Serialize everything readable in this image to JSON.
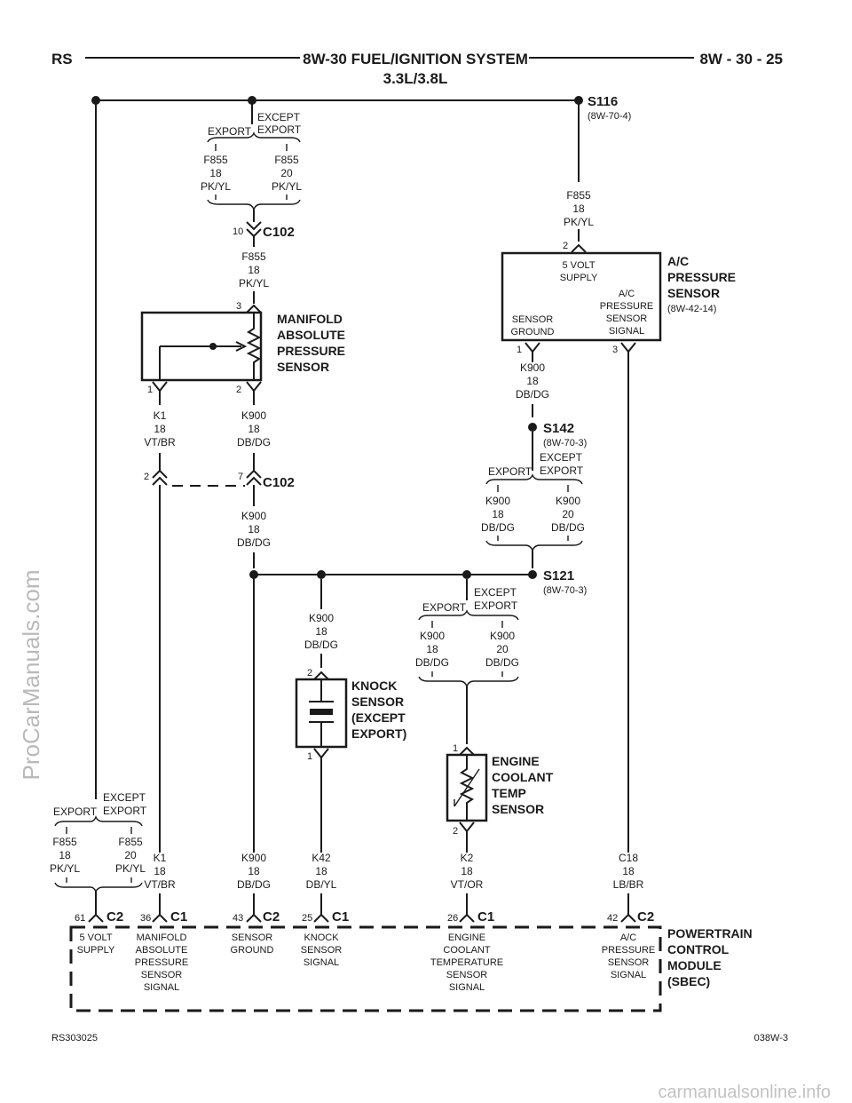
{
  "header": {
    "left": "RS",
    "title_line1": "8W-30 FUEL/IGNITION SYSTEM",
    "title_line2": "3.3L/3.8L",
    "right": "8W - 30 - 25"
  },
  "footer": {
    "left": "RS303025",
    "right": "038W-3"
  },
  "watermark_side": "ProCarManuals.com",
  "watermark_bottom": "carmanualsonline.info",
  "splices": {
    "s116": {
      "name": "S116",
      "ref": "(8W-70-4)"
    },
    "s142": {
      "name": "S142",
      "ref": "(8W-70-3)"
    },
    "s121": {
      "name": "S121",
      "ref": "(8W-70-3)"
    }
  },
  "options": {
    "export": "EXPORT",
    "except": "EXCEPT",
    "except_export": "EXPORT"
  },
  "wires": {
    "f855_18": {
      "circuit": "F855",
      "gauge": "18",
      "color": "PK/YL"
    },
    "f855_20": {
      "circuit": "F855",
      "gauge": "20",
      "color": "PK/YL"
    },
    "k900_18": {
      "circuit": "K900",
      "gauge": "18",
      "color": "DB/DG"
    },
    "k900_20": {
      "circuit": "K900",
      "gauge": "20",
      "color": "DB/DG"
    },
    "k1_18": {
      "circuit": "K1",
      "gauge": "18",
      "color": "VT/BR"
    },
    "k42_18": {
      "circuit": "K42",
      "gauge": "18",
      "color": "DB/YL"
    },
    "k2_18": {
      "circuit": "K2",
      "gauge": "18",
      "color": "VT/OR"
    },
    "c18_18": {
      "circuit": "C18",
      "gauge": "18",
      "color": "LB/BR"
    }
  },
  "connectors": {
    "c102": "C102",
    "c1": "C1",
    "c2": "C2"
  },
  "pins": {
    "c102_top": "10",
    "c102_bot_left": "2",
    "c102_bot_right": "7",
    "map_1": "1",
    "map_2": "2",
    "map_3": "3",
    "ac_1": "1",
    "ac_2": "2",
    "ac_3": "3",
    "knock_1": "1",
    "knock_2": "2",
    "ect_1": "1",
    "ect_2": "2",
    "pcm_61": "61",
    "pcm_36": "36",
    "pcm_43": "43",
    "pcm_25": "25",
    "pcm_26": "26",
    "pcm_42": "42"
  },
  "components": {
    "map": {
      "l1": "MANIFOLD",
      "l2": "ABSOLUTE",
      "l3": "PRESSURE",
      "l4": "SENSOR"
    },
    "ac": {
      "l1": "A/C",
      "l2": "PRESSURE",
      "l3": "SENSOR",
      "ref": "(8W-42-14)",
      "supply1": "5 VOLT",
      "supply2": "SUPPLY",
      "gnd1": "SENSOR",
      "gnd2": "GROUND",
      "sig1": "A/C",
      "sig2": "PRESSURE",
      "sig3": "SENSOR",
      "sig4": "SIGNAL"
    },
    "knock": {
      "l1": "KNOCK",
      "l2": "SENSOR",
      "l3": "(EXCEPT",
      "l4": "EXPORT)"
    },
    "ect": {
      "l1": "ENGINE",
      "l2": "COOLANT",
      "l3": "TEMP",
      "l4": "SENSOR"
    },
    "pcm": {
      "l1": "POWERTRAIN",
      "l2": "CONTROL",
      "l3": "MODULE",
      "l4": "(SBEC)",
      "f61_1": "5 VOLT",
      "f61_2": "SUPPLY",
      "f36_1": "MANIFOLD",
      "f36_2": "ABSOLUTE",
      "f36_3": "PRESSURE",
      "f36_4": "SENSOR",
      "f36_5": "SIGNAL",
      "f43_1": "SENSOR",
      "f43_2": "GROUND",
      "f25_1": "KNOCK",
      "f25_2": "SENSOR",
      "f25_3": "SIGNAL",
      "f26_1": "ENGINE",
      "f26_2": "COOLANT",
      "f26_3": "TEMPERATURE",
      "f26_4": "SENSOR",
      "f26_5": "SIGNAL",
      "f42_1": "A/C",
      "f42_2": "PRESSURE",
      "f42_3": "SENSOR",
      "f42_4": "SIGNAL"
    }
  }
}
